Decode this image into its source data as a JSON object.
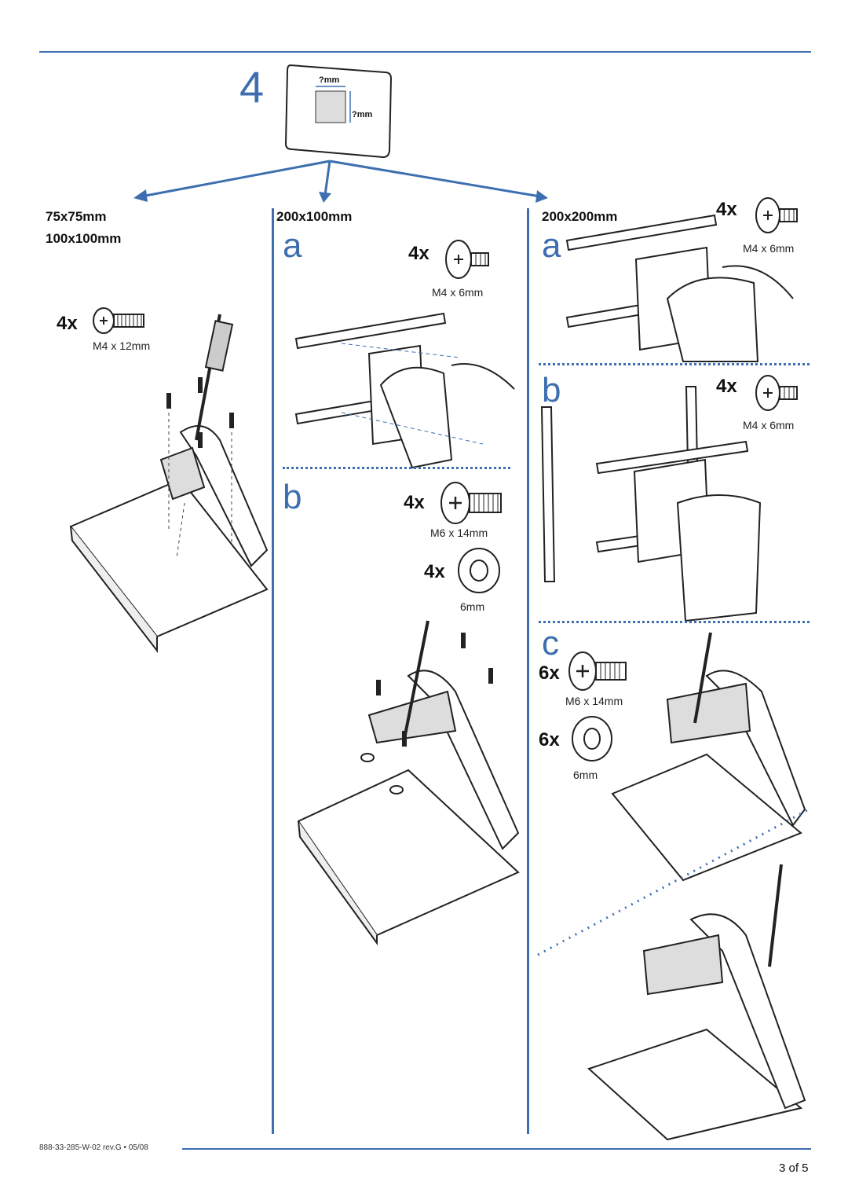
{
  "step": {
    "number": "4"
  },
  "monitor_icon": {
    "dim_top": "?mm",
    "dim_side": "?mm"
  },
  "col1": {
    "sizes": [
      "75x75mm",
      "100x100mm"
    ],
    "screw": {
      "qty": "4x",
      "spec": "M4 x 12mm"
    }
  },
  "col2": {
    "size": "200x100mm",
    "a": {
      "letter": "a",
      "qty": "4x",
      "spec": "M4 x 6mm"
    },
    "b": {
      "letter": "b",
      "screw_qty": "4x",
      "screw_spec": "M6 x 14mm",
      "washer_qty": "4x",
      "washer_spec": "6mm"
    }
  },
  "col3": {
    "size": "200x200mm",
    "a": {
      "letter": "a",
      "qty": "4x",
      "spec": "M4 x 6mm"
    },
    "b": {
      "letter": "b",
      "qty": "4x",
      "spec": "M4 x 6mm"
    },
    "c": {
      "letter": "c",
      "screw_qty": "6x",
      "screw_spec": "M6 x 14mm",
      "washer_qty": "6x",
      "washer_spec": "6mm"
    }
  },
  "footer": {
    "code": "888-33-285-W-02 rev.G • 05/08",
    "page": "3 of 5"
  },
  "colors": {
    "accent": "#3d6fb0"
  }
}
